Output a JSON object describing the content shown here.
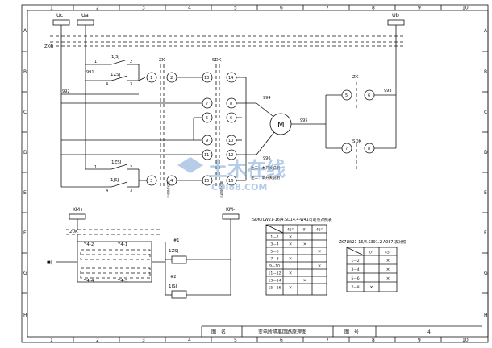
{
  "frame": {
    "columns": [
      "1",
      "2",
      "3",
      "4",
      "5",
      "6",
      "7",
      "8",
      "9",
      "10"
    ],
    "rows": [
      "A",
      "B",
      "C",
      "D",
      "E",
      "F",
      "G",
      "H"
    ]
  },
  "supply": {
    "uc": "Uc",
    "ua": "Ua",
    "ub": "Ub",
    "zkr": "ZKR"
  },
  "motor_circuit": {
    "relay_1jsj": "1JSJ",
    "relay_1zsj_top": "1ZSJ",
    "relay_1zsj_bottom": "1ZSJ",
    "relay_1jsj_bottom": "1JSJ",
    "wire_991": "991",
    "wire_992": "992",
    "wire_994": "994",
    "wire_995": "995",
    "wire_996": "996",
    "wire_993": "993",
    "zk_label": "ZK",
    "sdk_label": "SDK",
    "zk_right_label": "ZK",
    "sdk_right_label": "SDK",
    "motor": "M",
    "note1": "注二：本开关说明",
    "note2": "注二：本开关说明",
    "pin_1": "1",
    "pin_2": "2",
    "pin_3": "3",
    "pin_4": "4",
    "pin_5": "5",
    "pin_6": "6",
    "pin_7": "7",
    "pin_8": "8",
    "pin_9": "9",
    "pin_10": "10",
    "pin_11": "11",
    "pin_12": "12",
    "pin_13": "13",
    "pin_14": "14",
    "pin_15": "15",
    "pin_16": "16",
    "r_pin_5": "5",
    "r_pin_6": "6",
    "r_pin_7": "7",
    "r_pin_8": "8",
    "n1": "1",
    "n2": "2",
    "n3": "3",
    "n4": "4",
    "n1b": "1",
    "n2b": "2",
    "n3b": "3",
    "n4b": "4"
  },
  "control_circuit": {
    "km_plus": "KM+",
    "km_minus": "KM-",
    "k20": "20K",
    "y4_2": "Y4-2",
    "y4_1": "Y4-1",
    "y4_4": "Y4-4",
    "y4_3": "Y4-3",
    "relay_1zsj": "1ZSJ",
    "relay_1jsj": "1JSJ",
    "k1": "#1",
    "k2": "#2"
  },
  "table_sdk": {
    "title": "SDK7LW21-16/4.SD14.4-W41可靠点对照表",
    "headers": [
      "",
      "45°",
      "0°",
      "45°"
    ],
    "rows": [
      [
        "1—2",
        "×",
        "",
        ""
      ],
      [
        "3—4",
        "×",
        "×",
        ""
      ],
      [
        "5—6",
        "",
        "",
        "×"
      ],
      [
        "7—8",
        "×",
        "",
        ""
      ],
      [
        "9—10",
        "",
        "",
        "×"
      ],
      [
        "11—12",
        "×",
        "",
        ""
      ],
      [
        "13—14",
        "",
        "×",
        ""
      ],
      [
        "15—16",
        "×",
        "",
        ""
      ]
    ]
  },
  "table_zk": {
    "title": "ZK7LW21-16/4.S391.2-A087 表对照",
    "headers": [
      "",
      "0°",
      "45°"
    ],
    "rows": [
      [
        "1—2",
        "",
        "×"
      ],
      [
        "3—4",
        "",
        "×"
      ],
      [
        "5—6",
        "",
        "×"
      ],
      [
        "7—8",
        "×",
        ""
      ]
    ]
  },
  "title_block": {
    "drawing_label": "图　名",
    "drawing_name": "变电所隔离回路原理图",
    "number_label": "图　号",
    "number_value": "4"
  },
  "watermark": {
    "main": "土木在线",
    "sub": "COI88.COM"
  }
}
